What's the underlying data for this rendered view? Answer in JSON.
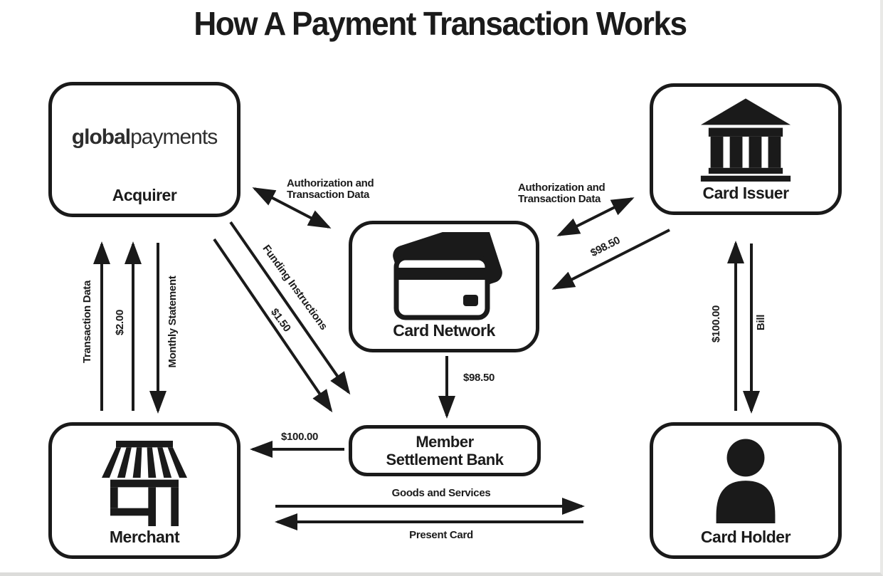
{
  "title": "How A Payment Transaction Works",
  "colors": {
    "ink": "#1a1a1a",
    "background": "#ffffff"
  },
  "nodes": {
    "acquirer": {
      "label": "Acquirer",
      "logo_bold": "global",
      "logo_light": "payments"
    },
    "card_issuer": {
      "label": "Card Issuer",
      "icon": "bank-icon"
    },
    "card_network": {
      "label": "Card Network",
      "icon": "credit-cards-icon"
    },
    "settlement_bank": {
      "line1": "Member",
      "line2": "Settlement Bank"
    },
    "merchant": {
      "label": "Merchant",
      "icon": "storefront-icon"
    },
    "card_holder": {
      "label": "Card Holder",
      "icon": "person-icon"
    }
  },
  "edges": {
    "acquirer_network_auth": {
      "line1": "Authorization and",
      "line2": "Transaction Data",
      "direction": "bidirectional",
      "between": "Acquirer and Card Network"
    },
    "network_issuer_auth": {
      "line1": "Authorization and",
      "line2": "Transaction Data",
      "direction": "bidirectional",
      "between": "Card Network and Card Issuer"
    },
    "issuer_network_amount": {
      "label": "$98.50",
      "direction": "Card Issuer to Card Network"
    },
    "transaction_data": {
      "label": "Transaction Data",
      "direction": "Merchant to Acquirer"
    },
    "fee_2": {
      "label": "$2.00",
      "direction": "Merchant to Acquirer"
    },
    "monthly_statement": {
      "label": "Monthly Statement",
      "direction": "Acquirer to Merchant"
    },
    "funding_instructions": {
      "label": "Funding Instructions",
      "direction": "Acquirer to Member Settlement Bank"
    },
    "fee_150": {
      "label": "$1.50",
      "direction": "Acquirer to Member Settlement Bank"
    },
    "network_settlement_amount": {
      "label": "$98.50",
      "direction": "Card Network to Member Settlement Bank"
    },
    "settlement_merchant_amount": {
      "label": "$100.00",
      "direction": "Member Settlement Bank to Merchant"
    },
    "holder_issuer_payment": {
      "label": "$100.00",
      "direction": "Card Holder to Card Issuer"
    },
    "bill": {
      "label": "Bill",
      "direction": "Card Issuer to Card Holder"
    },
    "goods_and_services": {
      "label": "Goods and Services",
      "direction": "Merchant to Card Holder"
    },
    "present_card": {
      "label": "Present Card",
      "direction": "Card Holder to Merchant"
    }
  }
}
